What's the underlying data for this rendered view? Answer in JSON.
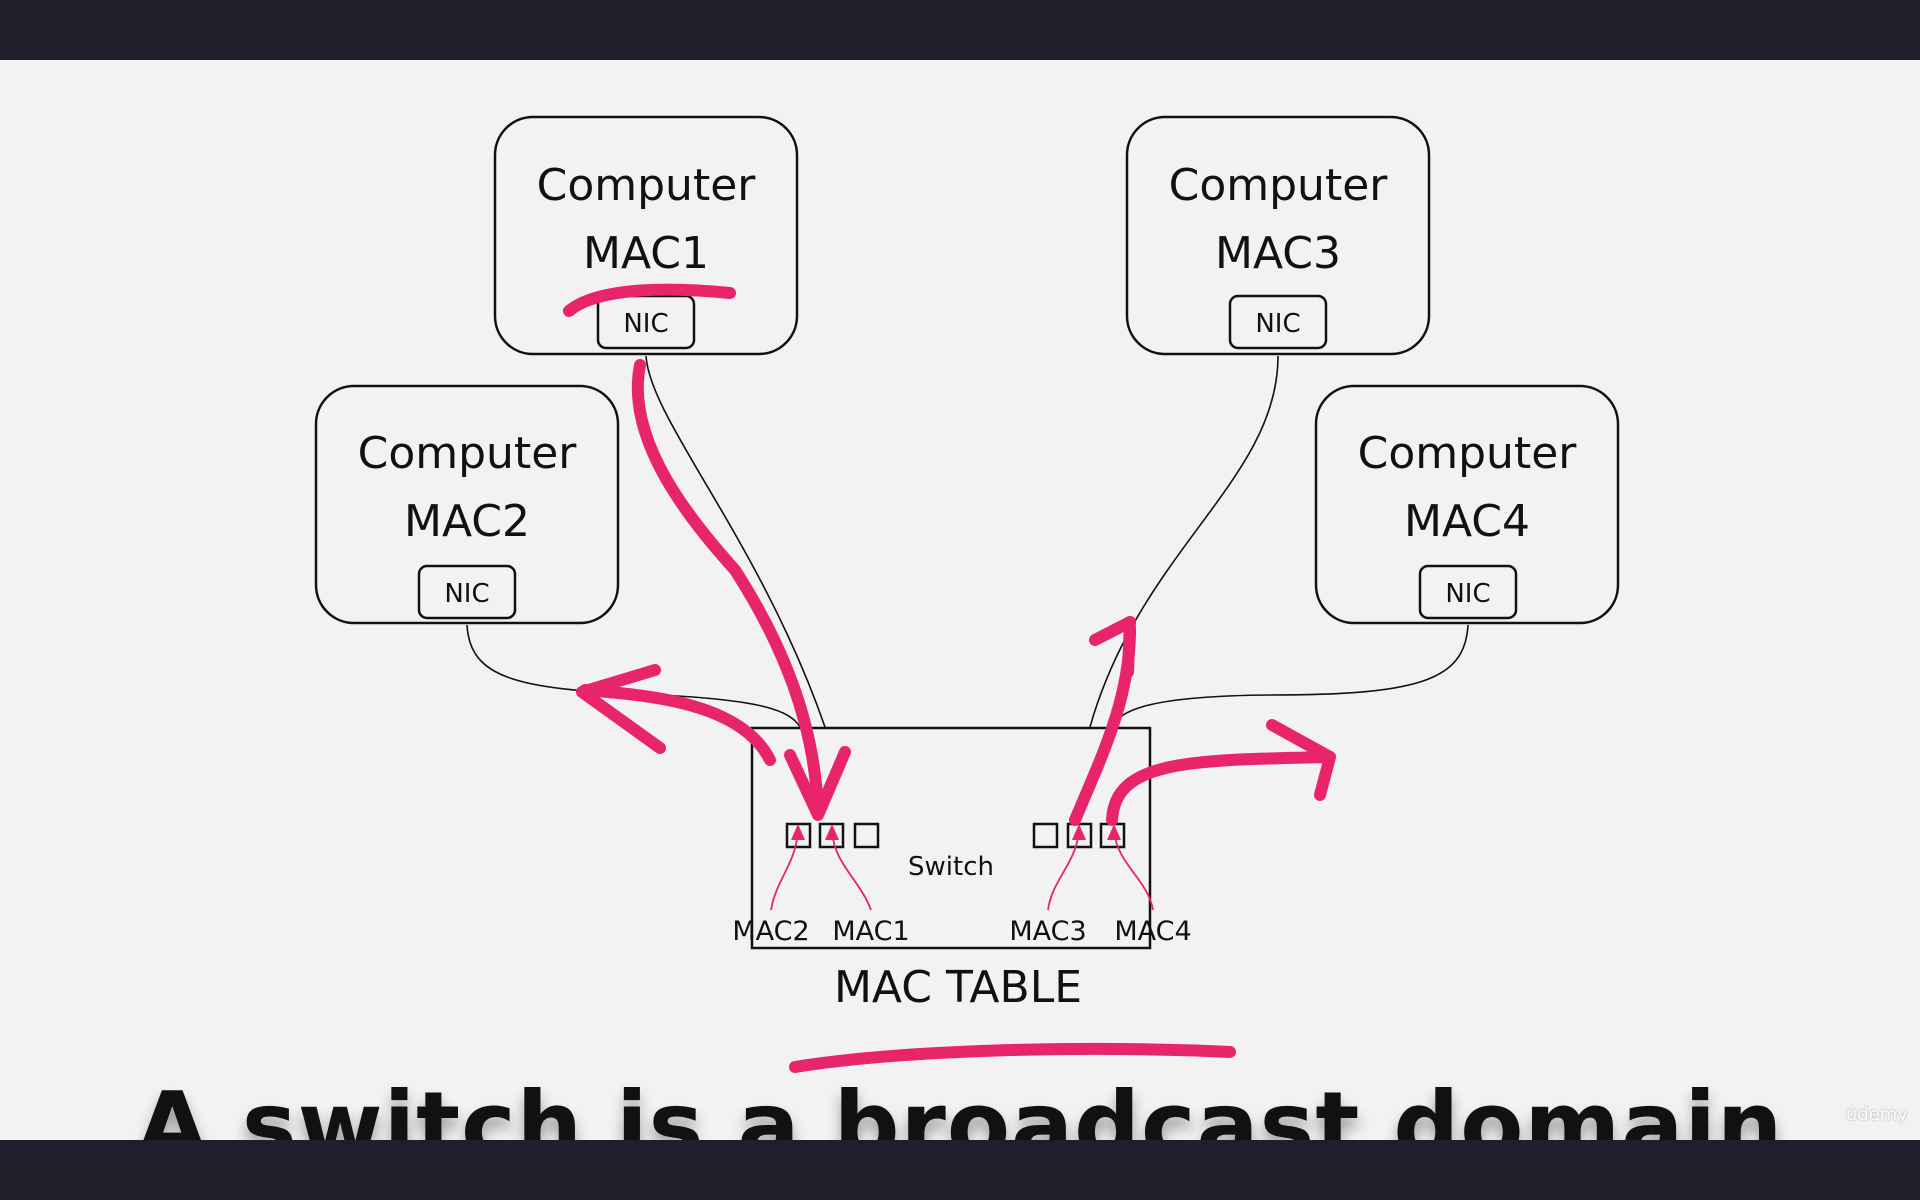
{
  "computers": [
    {
      "label": "Computer",
      "mac": "MAC1",
      "nic": "NIC"
    },
    {
      "label": "Computer",
      "mac": "MAC2",
      "nic": "NIC"
    },
    {
      "label": "Computer",
      "mac": "MAC3",
      "nic": "NIC"
    },
    {
      "label": "Computer",
      "mac": "MAC4",
      "nic": "NIC"
    }
  ],
  "switch": {
    "label": "Switch"
  },
  "mac_table": {
    "entries": [
      "MAC2",
      "MAC1",
      "MAC3",
      "MAC4"
    ],
    "title": "MAC TABLE"
  },
  "headline": "A switch is a broadcast domain",
  "watermark": "ûdemy",
  "colors": {
    "annotation": "#e8246a",
    "background": "#f2f2f2",
    "frame": "#1e1f2b",
    "ink": "#111111"
  }
}
